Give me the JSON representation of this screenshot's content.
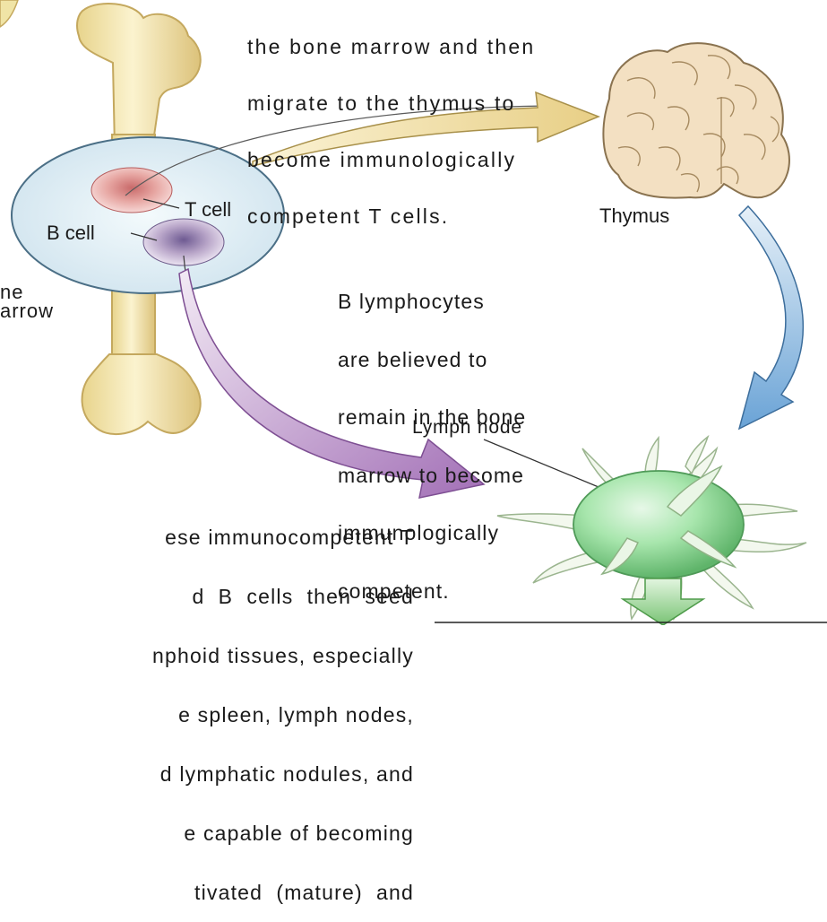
{
  "captions": {
    "top": [
      "the bone marrow and then",
      "migrate to the thymus to",
      "become immunologically",
      "competent T cells."
    ],
    "middle": [
      "B lymphocytes",
      "are believed to",
      "remain in the bone",
      "marrow to become",
      "immunologically",
      "competent."
    ],
    "bottom": [
      "ese immunocompetent T",
      "d  B  cells  then  seed",
      "nphoid tissues, especially",
      "e spleen, lymph nodes,",
      "d lymphatic nodules, and",
      "e capable of becoming",
      "tivated  (mature)  and"
    ]
  },
  "labels": {
    "t_cell": "T cell",
    "b_cell": "B cell",
    "thymus": "Thymus",
    "lymph_node": "Lymph node",
    "bone_marrow": [
      "ne",
      "arrow"
    ]
  },
  "colors": {
    "bone": "#f0e4a6",
    "bone_shadow": "#cdb56a",
    "marrow_circle": "#dfeef4",
    "t_cell": "#e7a7a3",
    "b_cell": "#b9a6c9",
    "thymus": "#f3e0c2",
    "lymph_node": "#9fe0a6",
    "arrow_thymus": "#ecd79a",
    "arrow_lymph_blue": "#7fb0dc",
    "arrow_b_purple": "#b78cc7",
    "arrow_green": "#8fd08a"
  }
}
